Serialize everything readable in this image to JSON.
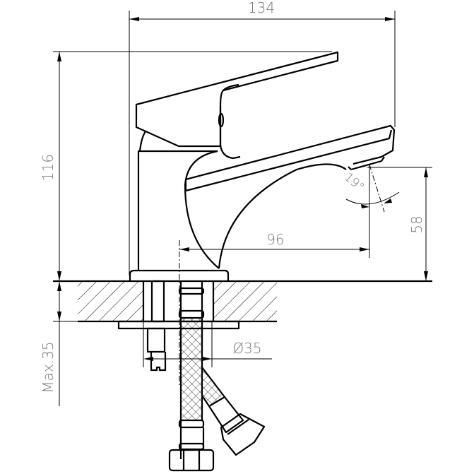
{
  "title": "Basin mixer faucet technical drawing",
  "dimensions": {
    "overall_width": "134",
    "overall_height": "116",
    "spout_height": "58",
    "spout_reach": "96",
    "spout_angle": "19°",
    "mounting_hole_diameter": "Ø35",
    "max_counter_thickness": "Max.35"
  },
  "colors": {
    "line": "#000000",
    "text": "#777777"
  }
}
